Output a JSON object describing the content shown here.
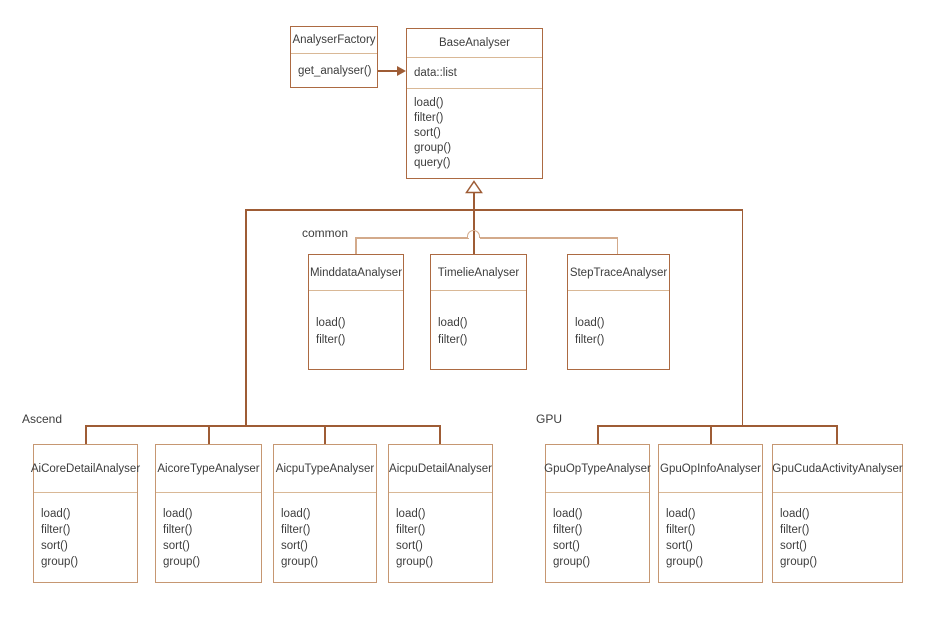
{
  "colors": {
    "background": "#ffffff",
    "text": "#3d3d3d",
    "box_border": "#ac6a42",
    "leaf_box_border": "#c69772",
    "separator": "#d9b896",
    "connector": "#9e5c35",
    "connector_light": "#d3aa8b",
    "group_border": "#b5臂6a42"
  },
  "classes": {
    "analyser_factory": {
      "title": "AnalyserFactory",
      "methods": [
        "get_analyser()"
      ]
    },
    "base_analyser": {
      "title": "BaseAnalyser",
      "attributes": [
        "data::list"
      ],
      "methods": [
        "load()",
        "filter()",
        "sort()",
        "group()",
        "query()"
      ]
    }
  },
  "groups": {
    "common": {
      "label": "common",
      "classes": [
        {
          "title": "MinddataAnalyser",
          "methods": [
            "load()",
            "filter()"
          ]
        },
        {
          "title": "TimelieAnalyser",
          "methods": [
            "load()",
            "filter()"
          ]
        },
        {
          "title": "StepTraceAnalyser",
          "methods": [
            "load()",
            "filter()"
          ]
        }
      ]
    },
    "ascend": {
      "label": "Ascend",
      "classes": [
        {
          "title": "AiCoreDetailAnalyser",
          "methods": [
            "load()",
            "filter()",
            "sort()",
            "group()"
          ]
        },
        {
          "title": "AicoreTypeAnalyser",
          "methods": [
            "load()",
            "filter()",
            "sort()",
            "group()"
          ]
        },
        {
          "title": "AicpuTypeAnalyser",
          "methods": [
            "load()",
            "filter()",
            "sort()",
            "group()"
          ]
        },
        {
          "title": "AicpuDetailAnalyser",
          "methods": [
            "load()",
            "filter()",
            "sort()",
            "group()"
          ]
        }
      ]
    },
    "gpu": {
      "label": "GPU",
      "classes": [
        {
          "title": "GpuOpTypeAnalyser",
          "methods": [
            "load()",
            "filter()",
            "sort()",
            "group()"
          ]
        },
        {
          "title": "GpuOpInfoAnalyser",
          "methods": [
            "load()",
            "filter()",
            "sort()",
            "group()"
          ]
        },
        {
          "title": "GpuCudaActivityAnalyser",
          "methods": [
            "load()",
            "filter()",
            "sort()",
            "group()"
          ]
        }
      ]
    }
  }
}
